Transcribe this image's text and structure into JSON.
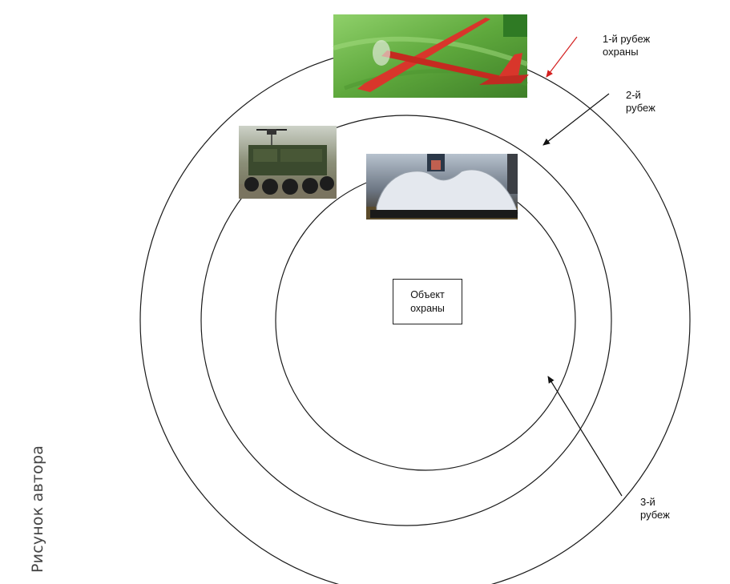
{
  "labels": {
    "line1_a": "1-й рубеж",
    "line1_b": "охраны",
    "line2_a": "2-й",
    "line2_b": "рубеж",
    "line3_a": "3-й",
    "line3_b": "рубеж",
    "object_a": "Объект",
    "object_b": "охраны"
  },
  "credit": "Рисунок автора",
  "colors": {
    "circle": "#1a1a1a",
    "arrow_line1": "#d42020",
    "arrow_other": "#111111"
  },
  "icons": [
    "uav-plane-photo",
    "unmanned-ground-vehicle-photo",
    "robot-sentry-photo"
  ]
}
